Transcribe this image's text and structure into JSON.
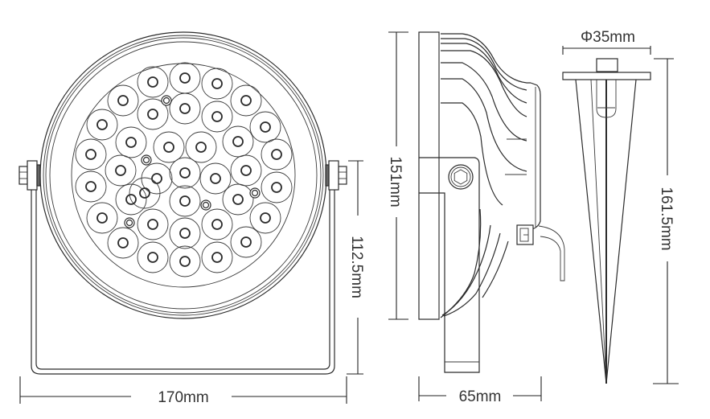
{
  "figure": {
    "subject": "LED garden spotlight dimension drawing",
    "views": [
      "front-view",
      "side-view",
      "ground-spike-view"
    ]
  },
  "dimensions": {
    "front_width": "170mm",
    "front_bracket_height": "112.5mm",
    "side_height": "151mm",
    "side_depth": "65mm",
    "spike_diameter": "Φ35mm",
    "spike_length": "161.5mm"
  },
  "front_view": {
    "led_count": 37,
    "screw_count": 5
  },
  "colors": {
    "line": "#2b2b2b",
    "text": "#333333",
    "background": "#ffffff"
  }
}
